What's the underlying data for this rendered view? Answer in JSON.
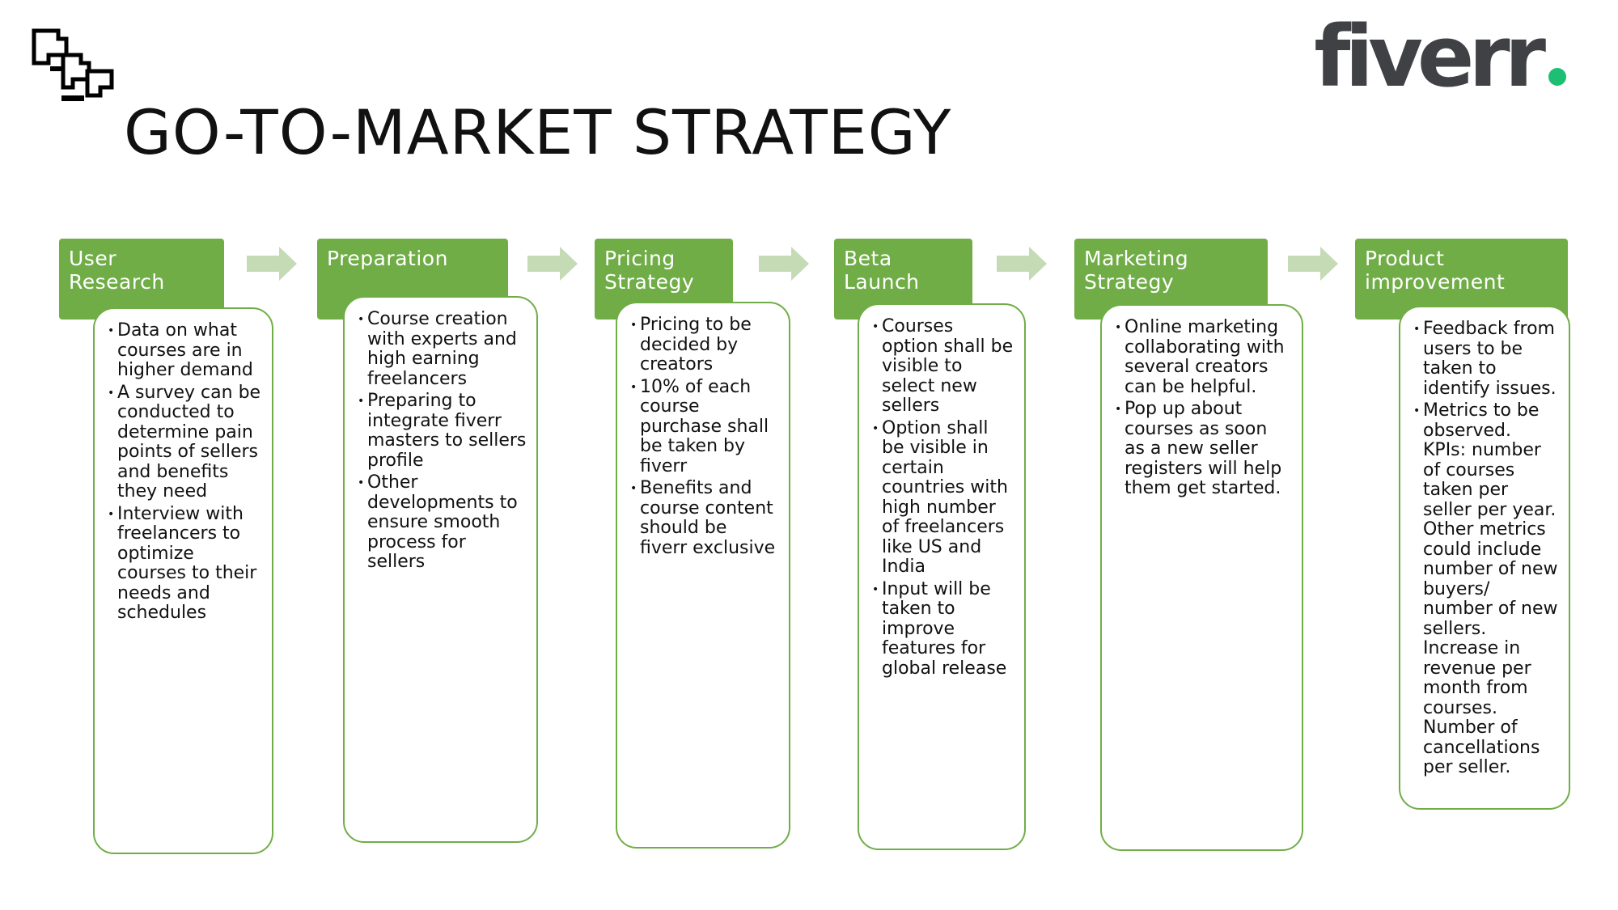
{
  "title": "GO-TO-MARKET STRATEGY",
  "logo_text": "fiverr",
  "colors": {
    "stage_green": "#70ad47",
    "arrow_green": "#c5dbb6",
    "logo_gray": "#404145",
    "logo_dot": "#1dbf73"
  },
  "stages": [
    {
      "title": "User\nResearch",
      "bullets": [
        "Data on what courses are in higher demand",
        "A survey can be conducted to determine pain points of sellers and benefits they need",
        "Interview with freelancers to optimize courses to their needs and schedules"
      ]
    },
    {
      "title": "Preparation",
      "bullets": [
        "Course creation with experts and high earning freelancers",
        "Preparing to integrate fiverr masters to sellers profile",
        "Other developments to ensure smooth process for sellers"
      ]
    },
    {
      "title": "Pricing\nStrategy",
      "bullets": [
        "Pricing to be decided by creators",
        "10% of each course purchase shall be taken by fiverr",
        "Benefits and course content should be fiverr exclusive"
      ]
    },
    {
      "title": "Beta\nLaunch",
      "bullets": [
        "Courses option shall be visible to select new sellers",
        "Option shall be visible in certain countries with high number of freelancers like US and India",
        "Input will be taken to improve features for global release"
      ]
    },
    {
      "title": "Marketing\nStrategy",
      "bullets": [
        "Online marketing collaborating with several creators can be helpful.",
        "Pop up about courses as soon as a new seller registers will help them get started."
      ]
    },
    {
      "title": "Product\nimprovement",
      "bullets": [
        "Feedback from users to be taken to identify issues.",
        "Metrics to be observed. KPIs: number of courses taken per seller per year. Other metrics could include number of new buyers/ number of new sellers. Increase in revenue per month from courses. Number of cancellations per seller."
      ]
    }
  ]
}
